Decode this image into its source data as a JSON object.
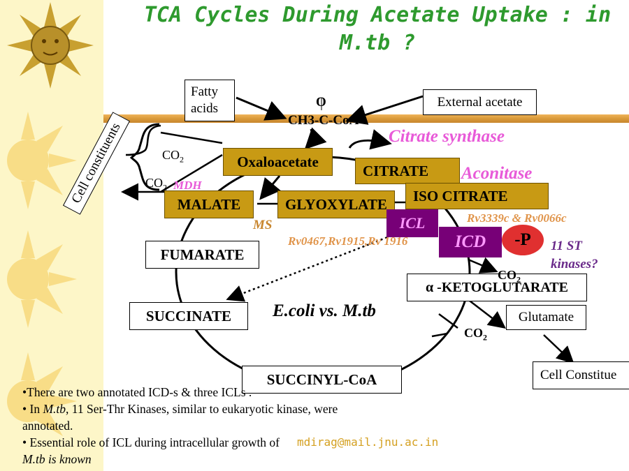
{
  "title": "TCA Cycles During Acetate Uptake : in M.tb ?",
  "nodes": {
    "fatty_acids": "Fatty acids",
    "external_acetate": "External acetate",
    "acetyl_o": "O",
    "acetyl_coa": "CH3-C-CoA",
    "oxaloacetate": "Oxaloacetate",
    "citrate": "CITRATE",
    "isocitrate": "ISO CITRATE",
    "malate": "MALATE",
    "glyoxylate": "GLYOXYLATE",
    "fumarate": "FUMARATE",
    "succinate": "SUCCINATE",
    "alpha_kg": "α -KETOGLUTARATE",
    "glutamate": "Glutamate",
    "succinyl_coa": "SUCCINYL-CoA",
    "cell_constituents_right": "Cell Constitue",
    "cell_constituents_left": "Cell constituents"
  },
  "enzymes": {
    "citrate_synthase": "Citrate synthase",
    "aconitase": "Aconitase",
    "mdh": "MDH",
    "ms": "MS",
    "icl": "ICL",
    "icd": "ICD",
    "phospho": "-P",
    "kinases": "11 ST kinases?",
    "icl_genes": "Rv0467,Rv1915,Rv 1916",
    "icd_genes": "Rv3339c & Rv0066c"
  },
  "co2": "CO2",
  "center_label": "E.coli vs. M.tb",
  "bullets": {
    "b1": "•There are two annotated ICD-s & three ICLs .",
    "b2_pre": "• In ",
    "b2_it": "M.tb",
    "b2_post": ", 11 Ser-Thr Kinases, similar to eukaryotic kinase, were annotated.",
    "b3": "• Essential role of ICL during intracellular growth of",
    "b3_it": "M.tb is known"
  },
  "email": "mdirag@mail.jnu.ac.in",
  "colors": {
    "title": "#2e9a2e",
    "enzyme_pink": "#e85ad8",
    "gene_orange": "#e0944a",
    "kinase_purple": "#6a2a8a",
    "box_gold": "#c89a14",
    "box_purple": "#770077",
    "phospho_red": "#e03030"
  }
}
